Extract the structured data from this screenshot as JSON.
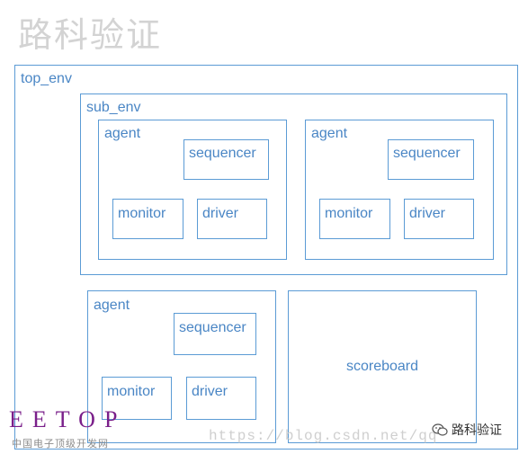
{
  "watermark_title": "路科验证",
  "top_env": {
    "label": "top_env"
  },
  "sub_env": {
    "label": "sub_env"
  },
  "agents": [
    {
      "label": "agent",
      "sequencer": "sequencer",
      "monitor": "monitor",
      "driver": "driver"
    },
    {
      "label": "agent",
      "sequencer": "sequencer",
      "monitor": "monitor",
      "driver": "driver"
    },
    {
      "label": "agent",
      "sequencer": "sequencer",
      "monitor": "monitor",
      "driver": "driver"
    }
  ],
  "scoreboard": {
    "label": "scoreboard"
  },
  "eetop_logo": "EETOP",
  "eetop_subtitle": "中国电子顶级开发网",
  "csdn_watermark": "https://blog.csdn.net/qq",
  "wechat_watermark": "路科验证",
  "colors": {
    "box_border": "#5b9bd5",
    "text": "#4a86c5"
  }
}
